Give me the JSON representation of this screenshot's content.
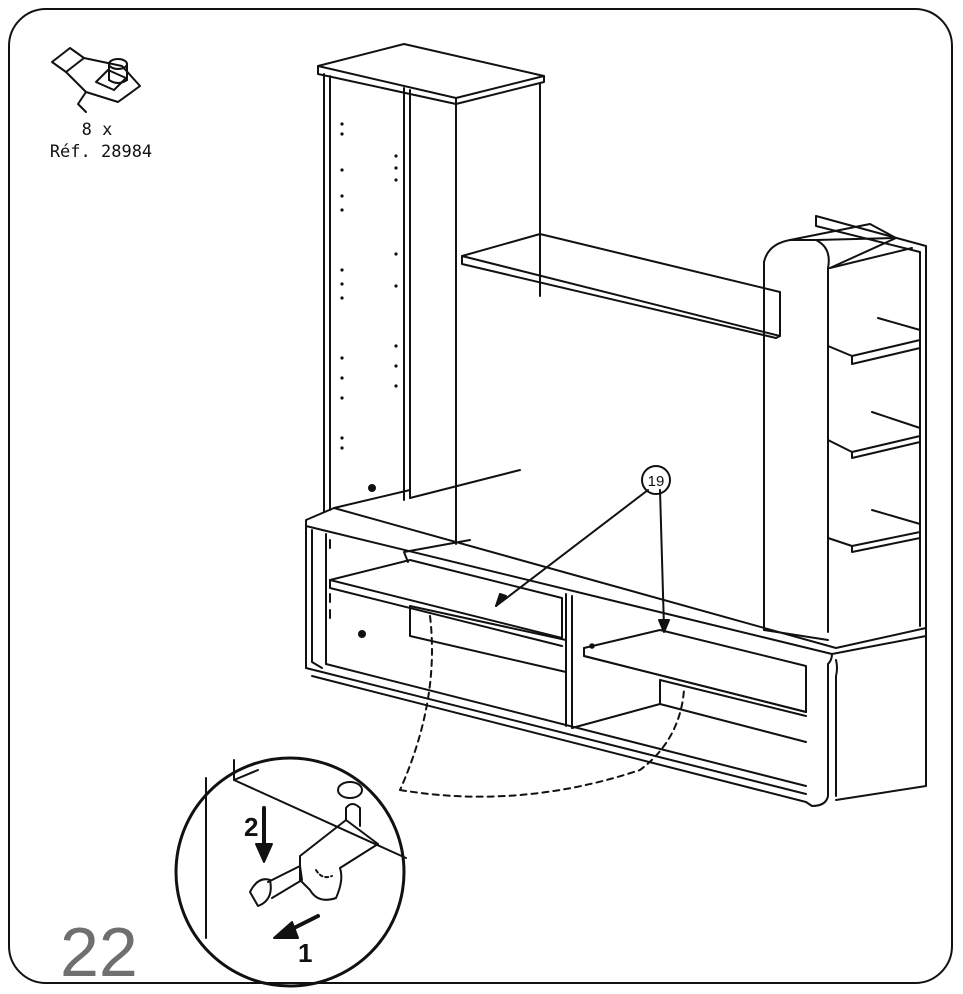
{
  "hardware": {
    "icon": "shelf-support-pin-icon",
    "quantity": "8 x",
    "reference": "Réf. 28984"
  },
  "callout": {
    "part_number": "19"
  },
  "detail": {
    "arrow_1": "1",
    "arrow_2": "2"
  },
  "step": {
    "number": "22"
  }
}
